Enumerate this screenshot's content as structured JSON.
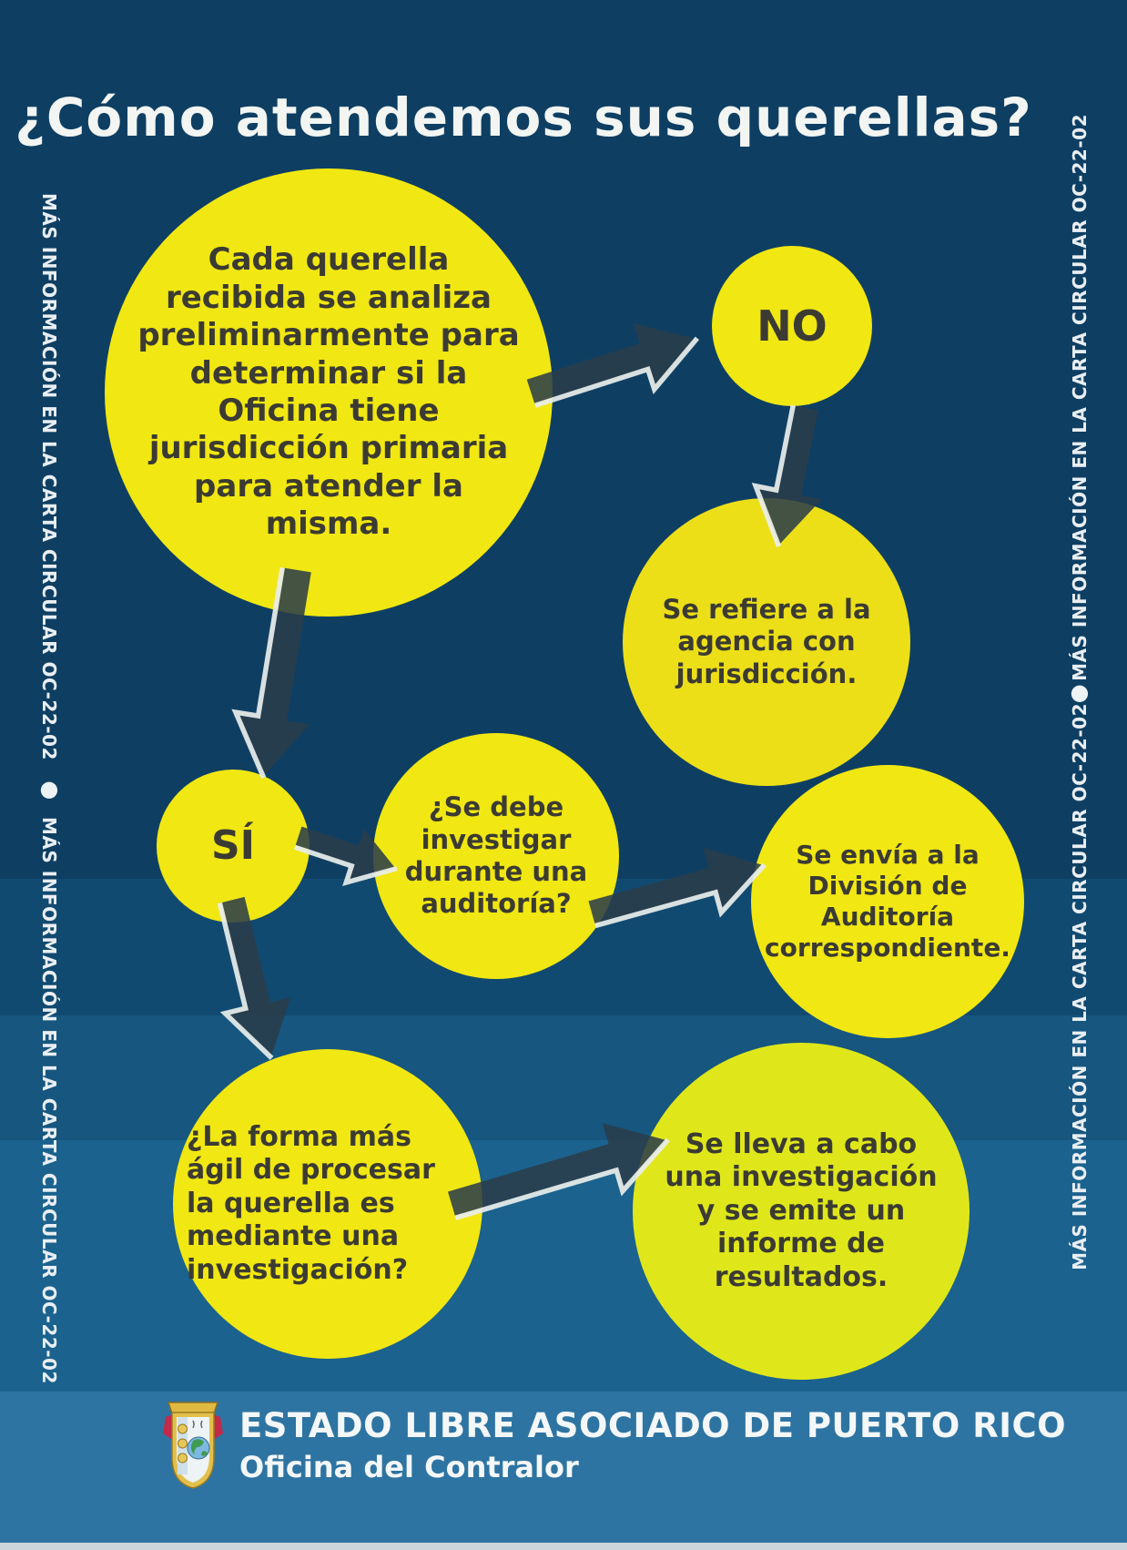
{
  "title": "¿Cómo atendemos sus querellas?",
  "side_rail": {
    "note": "MÁS INFORMACIÓN EN LA CARTA CIRCULAR OC-22-02",
    "bullet": "●"
  },
  "flowchart": {
    "start": "Cada querella recibida se analiza preliminarmente para determinar si la Oficina tiene jurisdicción primaria para atender la misma.",
    "decision_no": {
      "label": "NO",
      "result": "Se refiere a la agencia con jurisdicción."
    },
    "decision_si": {
      "label": "SÍ"
    },
    "audit": {
      "question": "¿Se debe investigar durante una auditoría?",
      "result": "Se envía a la División de Auditoría correspondiente."
    },
    "investigation": {
      "question": "¿La forma más ágil de procesar la querella es mediante una investigación?",
      "result": "Se lleva a cabo una investigación  y se emite un informe de resultados."
    }
  },
  "footer": {
    "org": "ESTADO LIBRE ASOCIADO DE PUERTO RICO",
    "office": "Oficina del Contralor",
    "seal": "escudo-oficina-del-contralor"
  },
  "colors": {
    "background_top": "#0e3f63",
    "band_2": "#114a70",
    "band_3": "#16567f",
    "band_4": "#1b628e",
    "footer_bar": "#2e74a2",
    "bottom_strip": "#ccd5dc",
    "circle_yellow": "#f1e712",
    "circle_gold": "#ecdf18",
    "circle_chartreuse": "#dfe71a",
    "circle_text": "#3b3b33",
    "title_text": "#f2f5f1",
    "arrow_dark": "#2a3d4b",
    "arrow_highlight": "#e9eeec"
  }
}
